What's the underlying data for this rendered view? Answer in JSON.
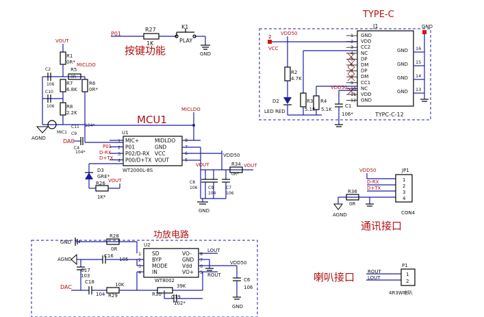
{
  "titles": {
    "type_c": "TYPE-C",
    "keys": "按键功能",
    "mcu": "MCU1",
    "comm": "通讯接口",
    "amp": "功放电路",
    "speaker": "喇叭接口"
  },
  "nets": {
    "p01": "P01",
    "vout": "VOUT",
    "micldo": "MICLDO",
    "agnd": "AGND",
    "dac": "DAC",
    "gnd": "GND",
    "vdd50": "VDD50",
    "vcc": "VCC",
    "lout": "LOUT",
    "rout": "ROUT",
    "d_rx": "D-RX",
    "d_tx": "D+TX",
    "p01_mic": "P01"
  },
  "key": {
    "r_ref": "R27",
    "r_val": "1K",
    "k_ref": "K1",
    "k_name": "PLAY"
  },
  "usb": {
    "ref": "J1",
    "part": "TYPC-C-12",
    "left_pins": [
      "GND",
      "VDD",
      "CC2",
      "NC",
      "DP",
      "DM",
      "DP",
      "DM",
      "CC1",
      "NC",
      "VDD",
      "GND"
    ],
    "pin_numbers": [
      "1",
      "2",
      "3",
      "4",
      "5",
      "6",
      "7",
      "8",
      "9",
      "10",
      "11",
      "12"
    ],
    "right_pins": [
      "GND",
      "GND",
      "GND",
      "GND"
    ],
    "right_numbers": [
      "16",
      "15",
      "14",
      "13"
    ],
    "r2": "R2",
    "r2_val": "4.7K",
    "d2": "D2",
    "d2_name": "LED RED",
    "r3": "R3",
    "r3_val": "5.1K",
    "r4": "R4",
    "r4_val": "5.1K",
    "c1": "C1",
    "c1_val": "106*",
    "vcc_pin": "2"
  },
  "mic": {
    "r1": "R1",
    "r1_val": "0R*",
    "r5": "R5",
    "r5_val": "0R",
    "r6": "R6",
    "r6_val": "0R*",
    "r7": "R7",
    "r7_val": "6.8K",
    "r8": "R8",
    "r8_val": "2.2K",
    "c2": "C2",
    "c2_val": "106",
    "c10": "C10",
    "c10_val": "106",
    "mic1": "MIC1",
    "c11": "C11",
    "c9": "C9",
    "c9_val": "104*",
    "c4": "C4",
    "c4_val": "104*"
  },
  "mcu": {
    "ref": "U1",
    "part": "WT2000L-8S",
    "left_pins": [
      "MIC+",
      "P01",
      "P02/D-RX",
      "P00/D+TX"
    ],
    "left_numbers": [
      "1",
      "2",
      "3",
      "4"
    ],
    "right_pins": [
      "MIDLDO",
      "GND",
      "VCC",
      "VOUT"
    ],
    "right_numbers": [
      "8",
      "7",
      "6",
      "5"
    ],
    "d3": "D3",
    "d3_val": "GRE*",
    "r26": "R26",
    "r26_val": "1K*",
    "c8": "C8",
    "c8_val": "106",
    "c9b": "C9",
    "c9b_val": "104",
    "c7": "C7",
    "c7_val": "106",
    "r34": "R34",
    "r34_val": "0R*"
  },
  "comm": {
    "ref": "JP1",
    "part": "CON4",
    "r36": "R36",
    "r36_val": "0R",
    "pins": [
      "1",
      "2",
      "3",
      "4"
    ]
  },
  "amp": {
    "ref": "U2",
    "part": "WT8002",
    "left_pins": [
      "SD",
      "BYP",
      "MODE",
      "IN"
    ],
    "left_numbers": [
      "1",
      "2",
      "3",
      "4"
    ],
    "right_pins": [
      "VO-",
      "GND",
      "Vdd",
      "VO+"
    ],
    "right_numbers": [
      "8",
      "7",
      "6",
      "5"
    ],
    "r28": "R28",
    "r28_val": "0R",
    "c16": "C16",
    "c16_val": "105",
    "c17": "C17",
    "c17_val": "103",
    "c18": "C18",
    "c18_val": "104",
    "r29": "R29",
    "r29_val": "10K",
    "r30": "R30",
    "r30_val": "39K",
    "c19": "C19",
    "c19_val": "102*",
    "c6": "C6",
    "c6_val": "106"
  },
  "spk": {
    "ref": "P1",
    "part": "4R3W喇叭",
    "pins": [
      "1",
      "2"
    ]
  }
}
